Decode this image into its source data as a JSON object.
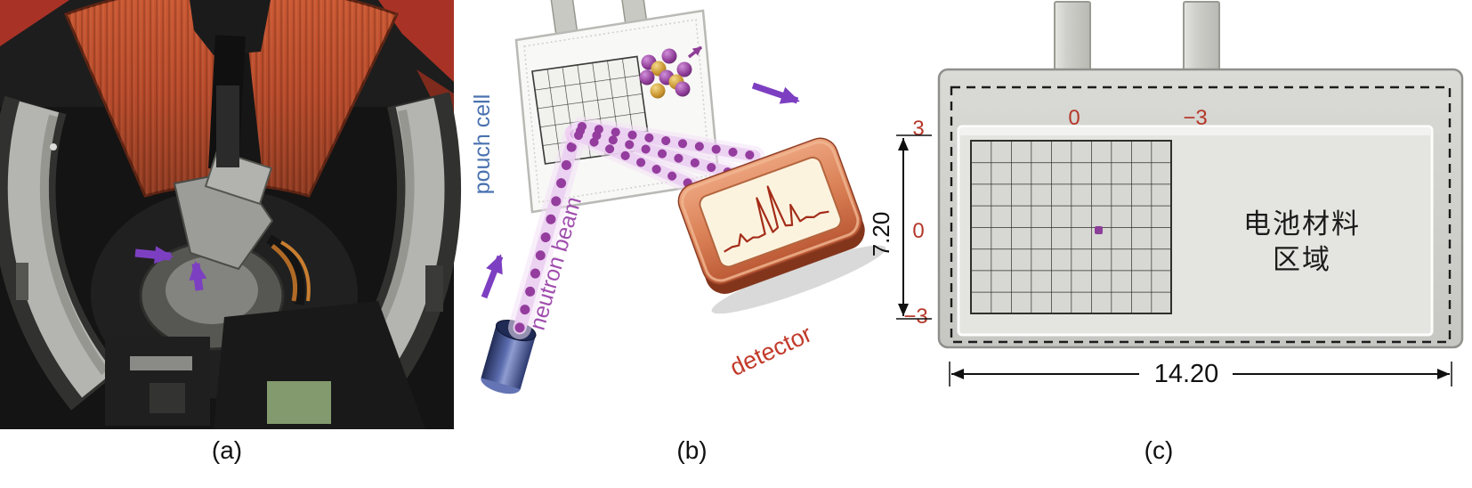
{
  "panel_a": {
    "caption": "(a)"
  },
  "panel_b": {
    "caption": "(b)",
    "labels": {
      "pouch_cell": "pouch cell",
      "neutron_beam": "neutron beam",
      "detector": "detector"
    }
  },
  "panel_c": {
    "caption": "(c)",
    "axis": {
      "left": [
        "3",
        "0",
        "−3"
      ],
      "top": [
        "0",
        "−3"
      ]
    },
    "dimensions": {
      "height": "7.20",
      "width": "14.20"
    },
    "region_label": {
      "line1": "电池材料",
      "line2": "区域"
    }
  },
  "colors": {
    "beam_purple": "#943d9e",
    "arrow_purple": "#7d3fc1",
    "detector_body_orange": "#d97f55",
    "detector_label_red": "#c23b2a",
    "pouch_cell_label_blue": "#4a72b0",
    "axis_label_red": "#b5382a",
    "instrument_bank_orange": "#b84a2a",
    "neutron_source_blue": "#3f4f8f"
  }
}
